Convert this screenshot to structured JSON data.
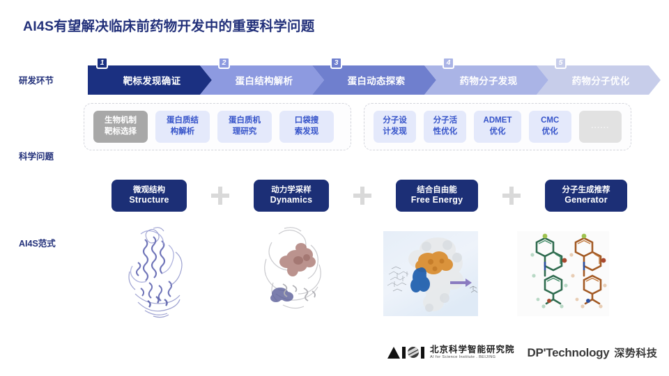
{
  "title": "AI4S有望解决临床前药物开发中的重要科学问题",
  "row_labels": {
    "stage": "研发环节",
    "science": "科学问题",
    "paradigm": "AI4S范式"
  },
  "pipeline": {
    "steps": [
      {
        "number": "1",
        "label": "靶标发现确证",
        "color": "#1b3081",
        "badge_color": "#1b3081"
      },
      {
        "number": "2",
        "label": "蛋白结构解析",
        "color": "#8d9ae0",
        "badge_color": "#8d9ae0"
      },
      {
        "number": "3",
        "label": "蛋白动态探索",
        "color": "#6f7fce",
        "badge_color": "#6f7fce"
      },
      {
        "number": "4",
        "label": "药物分子发现",
        "color": "#aab4e6",
        "badge_color": "#aab4e6"
      },
      {
        "number": "5",
        "label": "药物分子优化",
        "color": "#c7cdea",
        "badge_color": "#c7cdea"
      }
    ]
  },
  "science_problems": {
    "group_1": [
      {
        "lines": [
          "生物机制",
          "靶标选择"
        ],
        "style": "gray"
      },
      {
        "lines": [
          "蛋白质结",
          "构解析"
        ],
        "style": "blue"
      },
      {
        "lines": [
          "蛋白质机",
          "理研究"
        ],
        "style": "blue"
      },
      {
        "lines": [
          "口袋搜",
          "索发现"
        ],
        "style": "blue"
      }
    ],
    "group_2": [
      {
        "lines": [
          "分子设",
          "计发现"
        ],
        "style": "blue"
      },
      {
        "lines": [
          "分子活",
          "性优化"
        ],
        "style": "blue"
      },
      {
        "lines": [
          "ADMET",
          "优化"
        ],
        "style": "blue"
      },
      {
        "lines": [
          "CMC",
          "优化"
        ],
        "style": "blue"
      },
      {
        "lines": [
          "......",
          ""
        ],
        "style": "blank"
      }
    ]
  },
  "paradigms": [
    {
      "cn": "微观结构",
      "en": "Structure"
    },
    {
      "cn": "动力学采样",
      "en": "Dynamics"
    },
    {
      "cn": "结合自由能",
      "en": "Free Energy"
    },
    {
      "cn": "分子生成推荐",
      "en": "Generator"
    }
  ],
  "illustrations": [
    {
      "name": "protein-ribbon-structure"
    },
    {
      "name": "protein-pocket-dynamics"
    },
    {
      "name": "binding-free-energy-surface"
    },
    {
      "name": "molecule-pair-generator"
    }
  ],
  "footer": {
    "aisi_cn": "北京科学智能研究院",
    "aisi_en": "AI for Science Institute . BEIJING",
    "dp_en": "DP'Technology",
    "dp_cn": "深势科技"
  },
  "colors": {
    "brand_navy": "#22307a",
    "card_navy": "#1c2f76",
    "chip_blue_bg": "#e4e9fb",
    "chip_blue_text": "#3553c9",
    "chip_gray_bg": "#a8a8a8",
    "plus_gray": "#d9d9d9"
  }
}
